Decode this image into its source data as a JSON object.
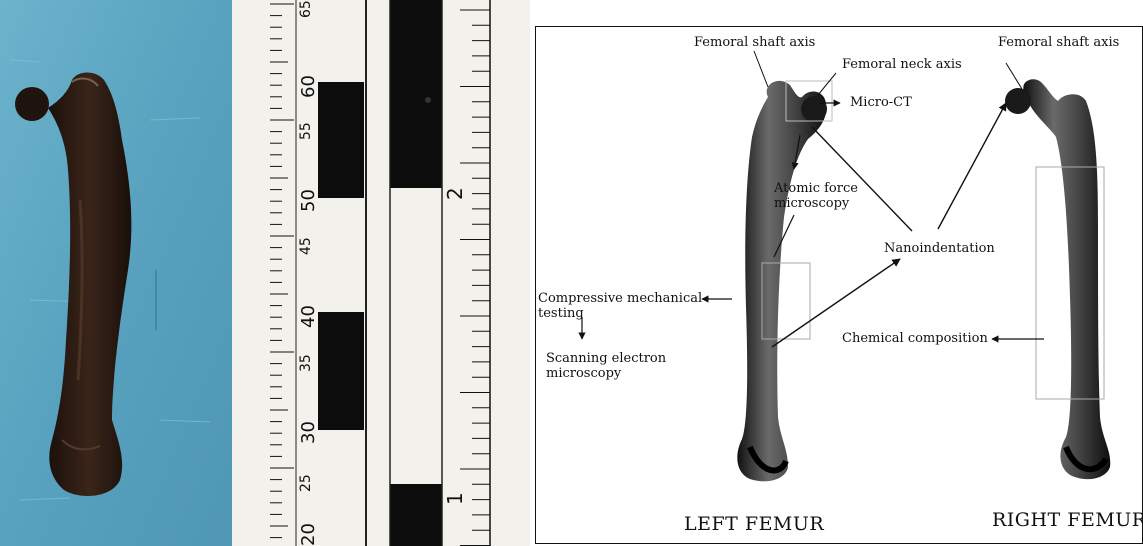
{
  "photo": {
    "ruler_labels": [
      "65",
      "60",
      "55",
      "50",
      "45",
      "40",
      "35",
      "30",
      "25",
      "20"
    ],
    "scale_labels": [
      "2",
      "1"
    ]
  },
  "diagram": {
    "labels": {
      "femoral_shaft_axis_left": "Femoral shaft axis",
      "femoral_shaft_axis_right": "Femoral shaft axis",
      "femoral_neck_axis": "Femoral neck axis",
      "micro_ct": "Micro-CT",
      "atomic_force_1": "Atomic force",
      "atomic_force_2": "microscopy",
      "nanoindentation": "Nanoindentation",
      "compressive_1": "Compressive mechanical",
      "compressive_2": "testing",
      "sem_1": "Scanning electron",
      "sem_2": "microscopy",
      "chemical": "Chemical composition",
      "left_femur": "LEFT FEMUR",
      "right_femur": "RIGHT FEMUR"
    }
  },
  "colors": {
    "background_board": "#5ba4c0",
    "bone": "#2a1a12",
    "ruler_white": "#f3f1ec",
    "ruler_black": "#0c0c0c"
  }
}
